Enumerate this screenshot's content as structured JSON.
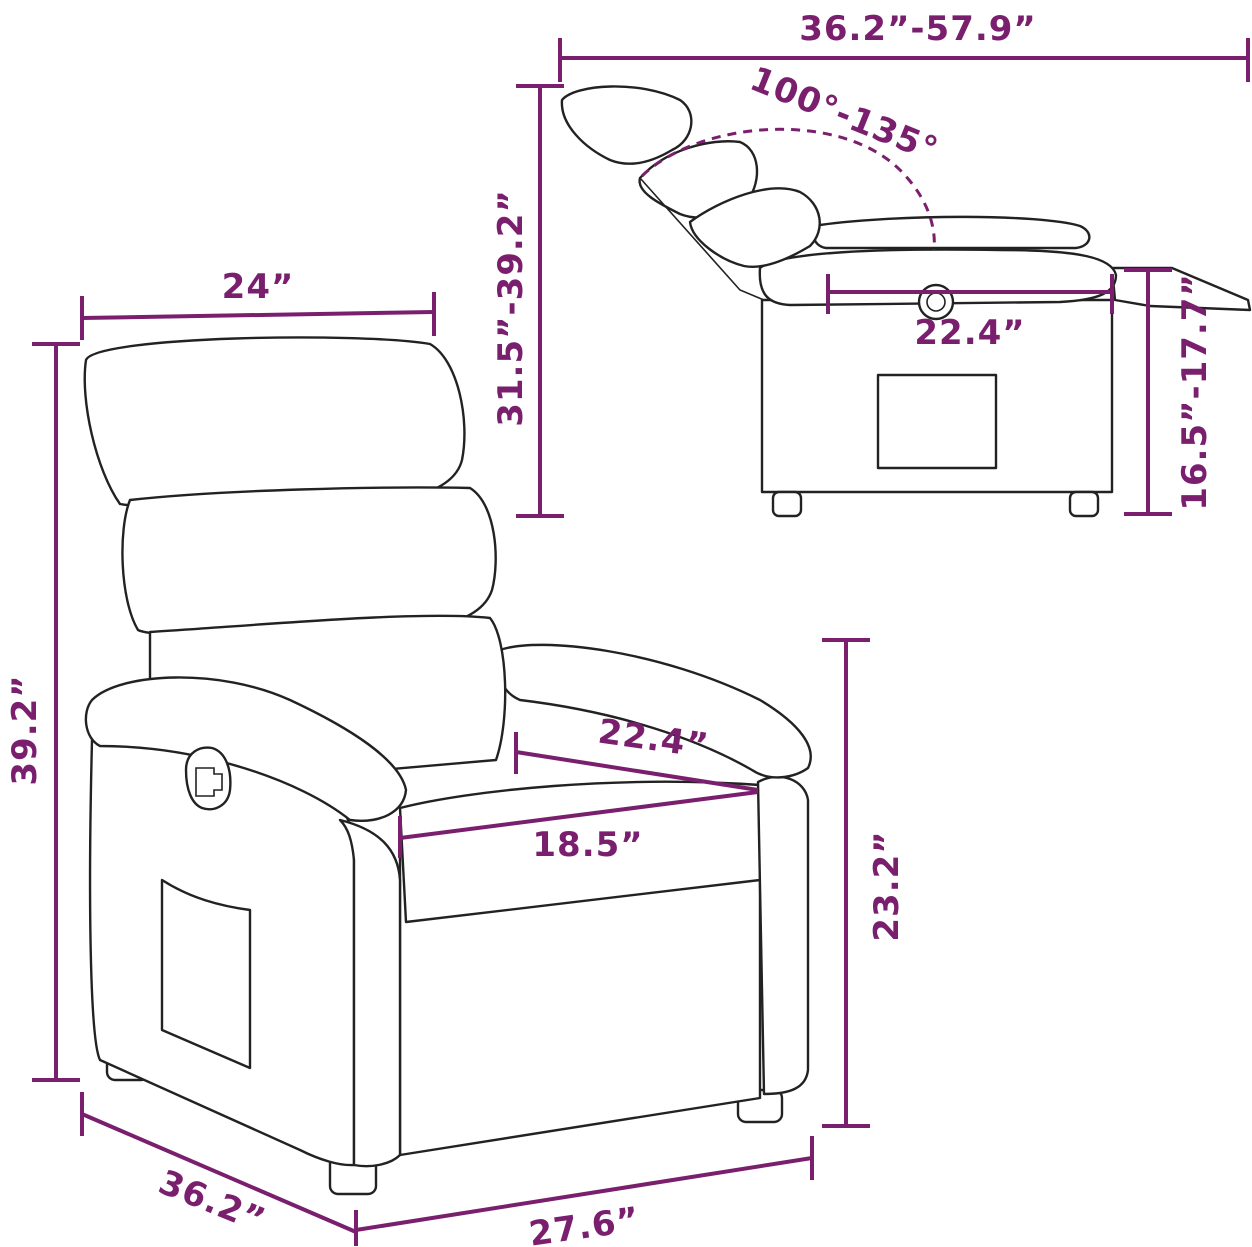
{
  "colors": {
    "dimension": "#7a1f6e",
    "outline": "#222222",
    "background": "#ffffff"
  },
  "dimensions": {
    "side_length": "36.2”-57.9”",
    "recline_angle": "100°-135°",
    "side_height": "31.5”-39.2”",
    "side_seat_depth": "22.4”",
    "side_seat_height": "16.5”-17.7”",
    "back_width": "24”",
    "total_height": "39.2”",
    "seat_depth": "22.4”",
    "seat_width": "18.5”",
    "arm_height": "23.2”",
    "depth": "36.2”",
    "width": "27.6”"
  }
}
